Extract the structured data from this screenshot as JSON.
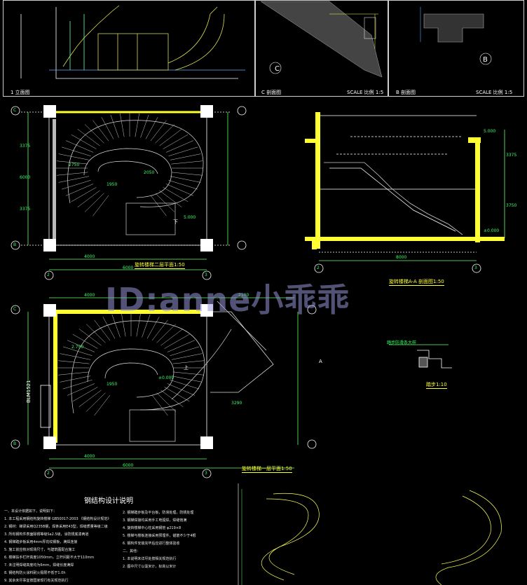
{
  "drawing": {
    "top_left": {
      "view_label": "1 立面图"
    },
    "top_mid": {
      "section_label": "C 剖面图",
      "scale": "SCALE 比例 1:5",
      "circle": "C"
    },
    "top_right": {
      "section_label": "B 剖面图",
      "scale": "SCALE 比例 1:5",
      "circle": "B"
    },
    "plan2": {
      "title": "旋转楼梯二层平面1:50",
      "grid_row_top": "C",
      "grid_row_bottom": "B",
      "grid_col_left": "2",
      "grid_col_right": "3",
      "dims_bottom": [
        "4000",
        "6000"
      ],
      "dims_left": [
        "3375",
        "6000",
        "3375"
      ],
      "inner_dims": [
        "2750",
        "2050",
        "1950",
        "5.000"
      ],
      "up_label": "下"
    },
    "section": {
      "title": "旋转楼梯A-A 剖面图1:50",
      "grid_cols": [
        "2",
        "3"
      ],
      "dims_bottom": "8000",
      "levels": [
        "5.000",
        "±0.000"
      ],
      "right_dims": [
        "3375",
        "3750"
      ]
    },
    "plan1": {
      "title": "旋转楼梯一层平面1:50",
      "grid_row_top": "C",
      "grid_row_bottom": "B",
      "grid_col_left": "2",
      "grid_col_right": "3",
      "dims_top": [
        "4000",
        "2100"
      ],
      "dims_bottom": [
        "4000",
        "6000"
      ],
      "door_label": "BLM1521",
      "inner_dims": [
        "2.750",
        "1950",
        "±0.000",
        "3290"
      ],
      "section_marker": "A",
      "up_label": "上"
    },
    "detail": {
      "title": "踏步1:10",
      "note": "踏步防滑条大样"
    }
  },
  "watermark": "ID:anne小乖乖",
  "notes": {
    "title": "钢结构设计说明",
    "left_lines": [
      "一、本设计依据如下，说明如下：",
      "1. 本工程采用钢结构旋转楼梯 GB50017-2003 《钢结构设计规范》",
      "2. 钢材：梯梁采用Q235B钢，焊条采用E43型，焊缝质量等级二级",
      "3. 所有钢构件表面除锈等级Sa2.5级，涂防锈底漆两道",
      "4. 钢梯踏步板采用4mm厚花纹钢板，满焊连接",
      "5. 施工前应核对现场尺寸，与建筑图配合施工",
      "6. 楼梯扶手栏杆高度1050mm，立杆间距不大于110mm",
      "7. 未注明焊缝高度均为6mm，焊缝长度满焊",
      "8. 钢结构防火涂料耐火极限不低于1.0h",
      "9. 其余未尽事宜按国家现行有关规范执行"
    ],
    "mid_lines": [
      "2. 钢梯踏步板及平台板，防滑处理，防锈处理",
      "3. 钢梯焊接均采用手工电弧焊，焊缝饱满",
      "4. 旋转楼梯中心柱采用钢管 φ219×8",
      "5. 楼梯与楼板连接采用预埋件，锚筋不少于4根",
      "6. 钢构件安装完毕后应进行整体验收",
      "二、其他：",
      "1. 本说明未详尽处按相关规范执行",
      "2. 图中尺寸以毫米计，标高以米计"
    ]
  }
}
